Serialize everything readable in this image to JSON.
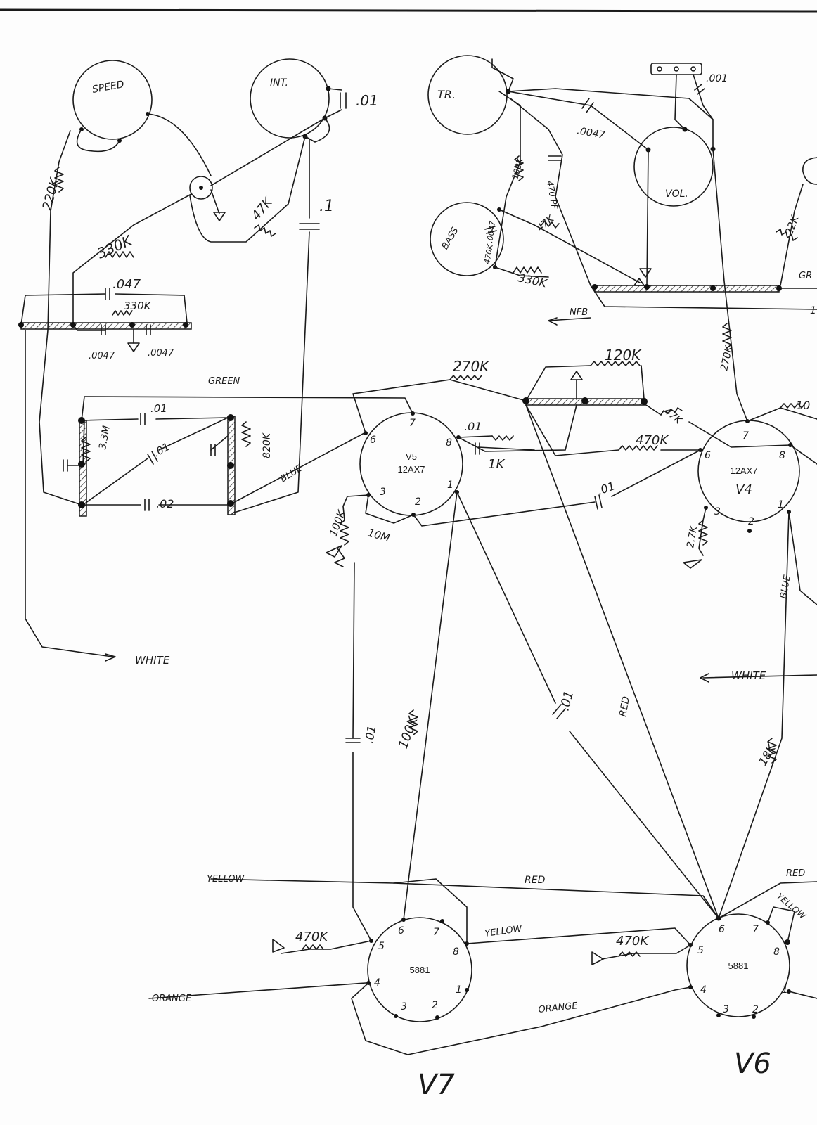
{
  "pots": {
    "speed": "SPEED",
    "intensity": "INT.",
    "treble": "TR.",
    "volume": "VOL.",
    "bass": "BASS"
  },
  "tubes": {
    "v5": {
      "label": "V5",
      "type": "12AX7",
      "pins": [
        "6",
        "7",
        "8",
        "3",
        "2",
        "1"
      ]
    },
    "v4": {
      "label": "12AX7",
      "name": "V4",
      "pins": [
        "7",
        "6",
        "8",
        "3",
        "2",
        "1"
      ]
    },
    "v7": {
      "type": "5881",
      "name": "V7",
      "pins": [
        "6",
        "7",
        "5",
        "8",
        "4",
        "1",
        "3",
        "2"
      ]
    },
    "v6": {
      "type": "5881",
      "name": "V6",
      "pins": [
        "6",
        "7",
        "5",
        "8",
        "4",
        "1",
        "3",
        "2"
      ]
    }
  },
  "components": {
    "c_01_int": ".01",
    "r_220k": "220K",
    "r_330k_a": "330K",
    "r_47k_a": "47K",
    "c_1": ".1",
    "c_047": ".047",
    "r_330k_b": "330K",
    "c_0047_a": ".0047",
    "c_0047_b": ".0047",
    "c_01_top": ".01",
    "r_3_3m": "3.3M",
    "c_01_diag": ".01",
    "r_820k": "820K",
    "c_02": ".02",
    "c_001": ".001",
    "c_0047_tone": ".0047",
    "r_100k_tone": "100K",
    "c_470pf": "470 PF",
    "r_47k_tone": "47K",
    "c_0047_bass": ".0047",
    "r_470k_bass": "470K",
    "r_330k_tone": "330K",
    "r_22k": "22K",
    "r_270k_v4": "270K",
    "r_270k": "270K",
    "r_120k": "120K",
    "r_47k_nfb": "47K",
    "c_01_v5": ".01",
    "r_1k": "1K",
    "r_470k_v4": "470K",
    "c_01_v4": ".01",
    "r_100k_v5": "100K",
    "r_10m": "10M",
    "r_2_7k": "2.7K",
    "r_10k_partial": "10",
    "c_01_grid": ".01",
    "r_100k_grid": "100K",
    "c_01_mid": ".01",
    "r_18k": "18K",
    "r_470k_v7": "470K",
    "r_470k_v6": "470K"
  },
  "wires": {
    "green": "GREEN",
    "blue_a": "BLUE",
    "blue_b": "BLUE",
    "white_a": "WHITE",
    "white_b": "WHITE",
    "nfb": "NFB",
    "red_mid": "RED",
    "red_diag": "RED",
    "red_right": "RED",
    "yellow_left": "YELLOW",
    "yellow_mid": "YELLOW",
    "yellow_right": "YELLOW",
    "orange_left": "ORANGE",
    "orange_mid": "ORANGE",
    "gr_partial": "GR",
    "edge_partial": "1"
  },
  "tube_names": {
    "v7": "V7",
    "v6": "V6"
  }
}
